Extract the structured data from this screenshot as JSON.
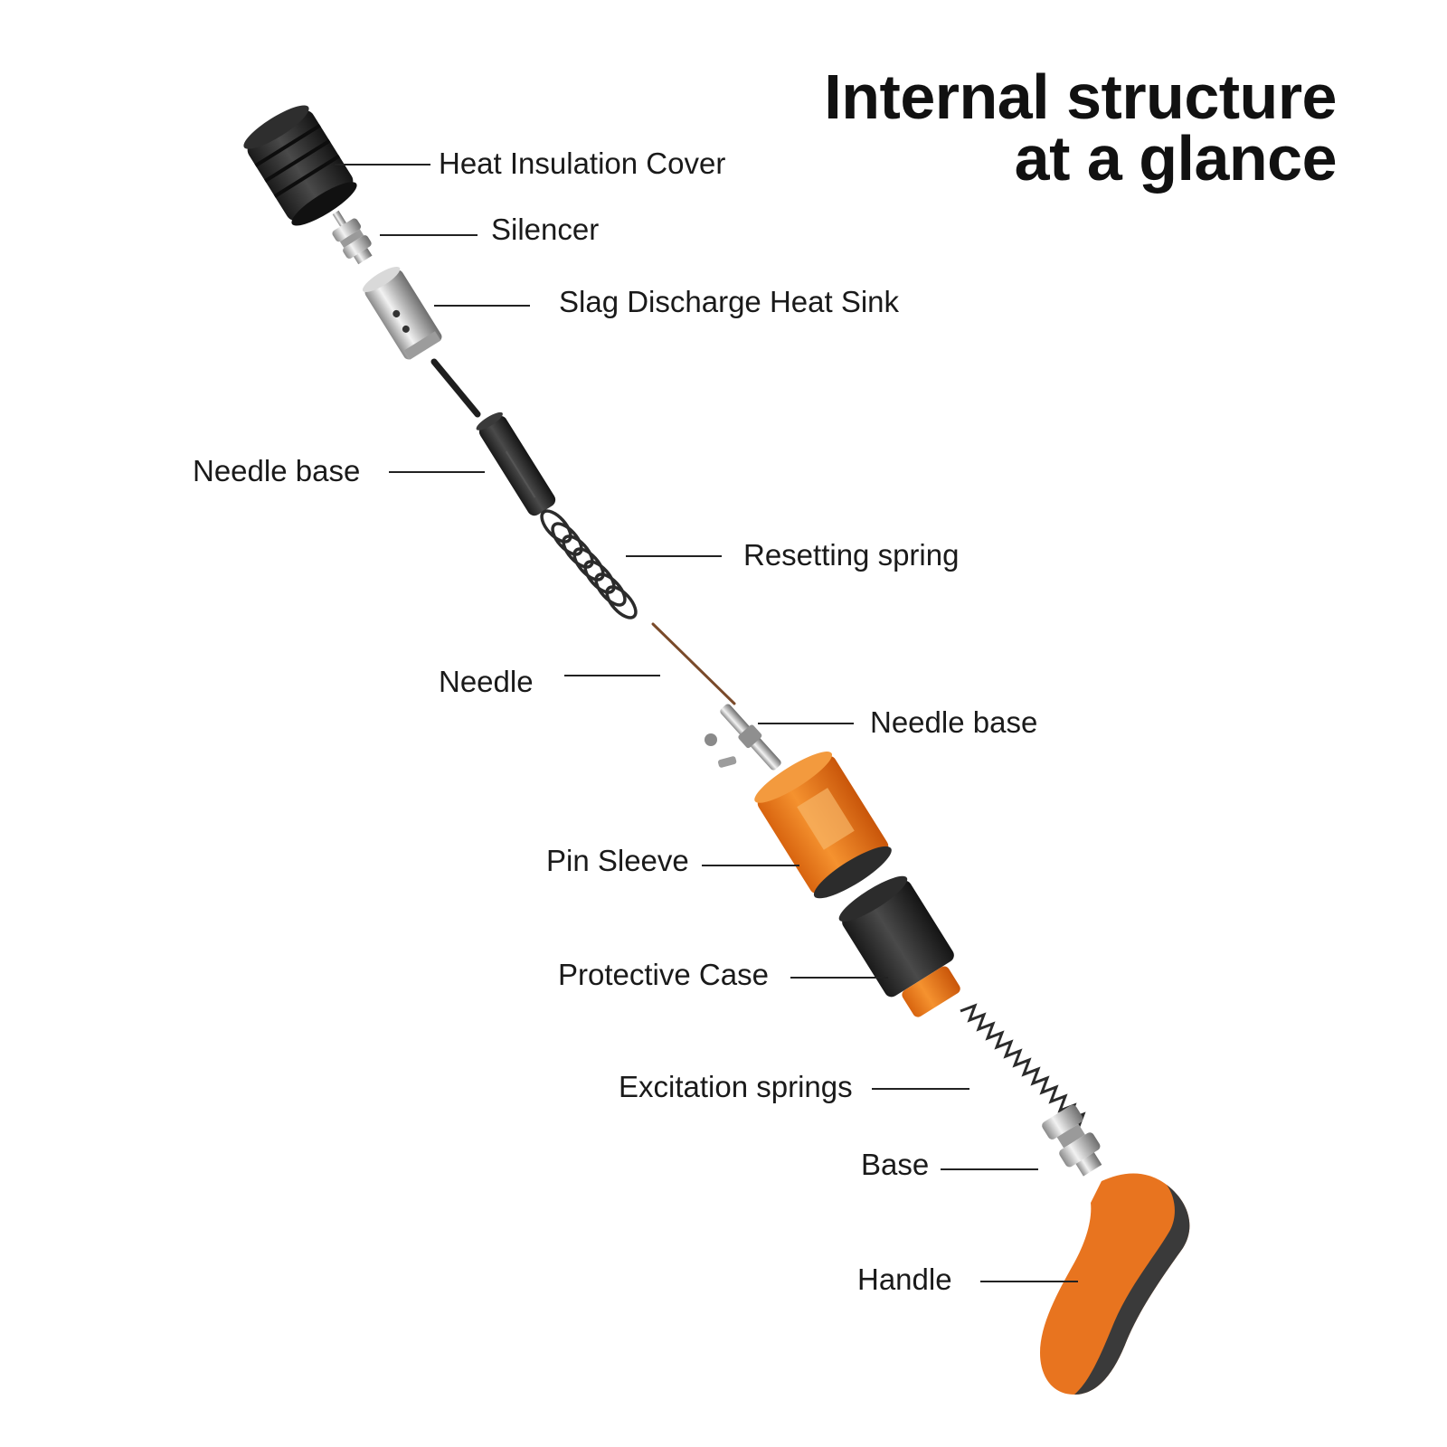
{
  "title": {
    "line1": "Internal structure",
    "line2": "at a glance"
  },
  "labels": {
    "heat_insulation_cover": "Heat Insulation Cover",
    "silencer": "Silencer",
    "slag_discharge_heat_sink": "Slag Discharge Heat Sink",
    "needle_base_upper": "Needle base",
    "resetting_spring": "Resetting spring",
    "needle": "Needle",
    "needle_base_lower": "Needle base",
    "pin_sleeve": "Pin Sleeve",
    "protective_case": "Protective Case",
    "excitation_springs": "Excitation springs",
    "base": "Base",
    "handle": "Handle"
  },
  "colors": {
    "accent_orange": "#ee7a22",
    "dark_rubber": "#2a2a2a",
    "metal": "#c8c8c8",
    "text": "#1a1a1a"
  }
}
